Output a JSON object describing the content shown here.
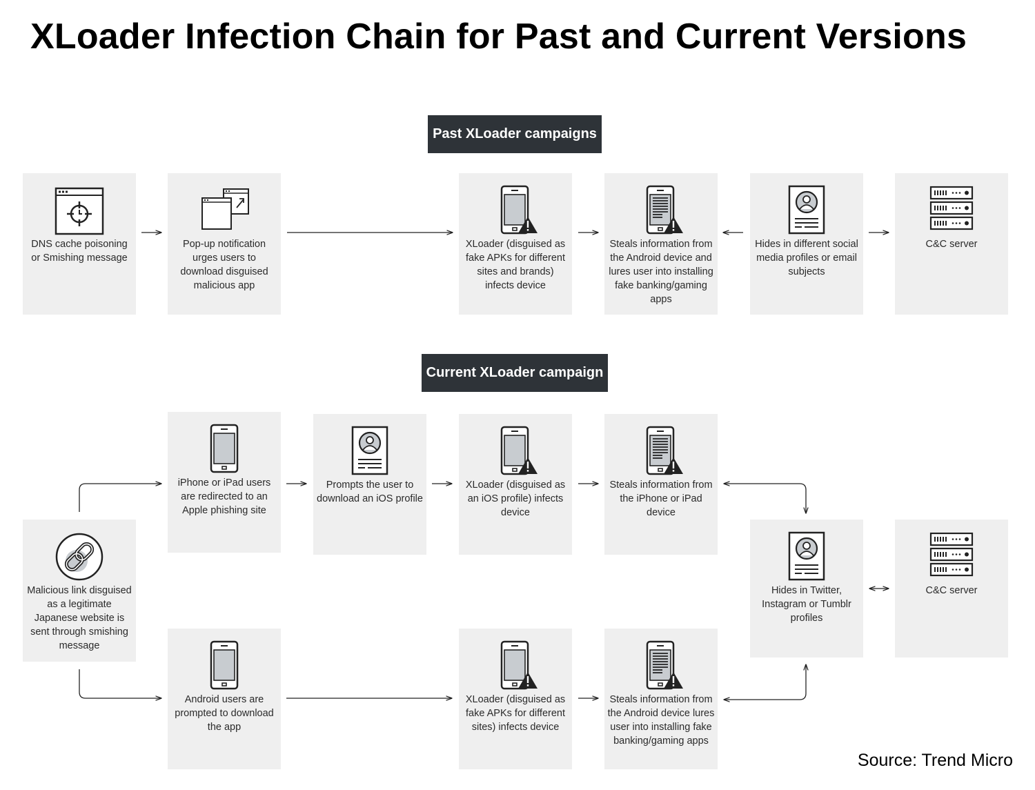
{
  "title": "XLoader Infection Chain for Past and Current Versions",
  "source": "Source: Trend Micro",
  "past": {
    "banner": "Past XLoader campaigns",
    "steps": [
      {
        "id": "p1",
        "icon": "browser-crosshair-icon",
        "label": "DNS cache poisoning or Smishing message"
      },
      {
        "id": "p2",
        "icon": "popup-windows-icon",
        "label": "Pop-up notification urges users to download disguised malicious app"
      },
      {
        "id": "p3",
        "icon": "phone-warning-icon",
        "label": "XLoader (disguised as fake APKs for different sites and brands) infects device"
      },
      {
        "id": "p4",
        "icon": "phone-document-warning-icon",
        "label": "Steals information from the Android device and lures user into installing fake banking/gaming apps"
      },
      {
        "id": "p5",
        "icon": "profile-card-icon",
        "label": "Hides in different social media profiles or email subjects"
      },
      {
        "id": "p6",
        "icon": "server-icon",
        "label": "C&C server"
      }
    ]
  },
  "current": {
    "banner": "Current XLoader campaign",
    "steps": [
      {
        "id": "c0",
        "icon": "chain-link-icon",
        "label": "Malicious link disguised as a legitimate Japanese website is sent through smishing message"
      },
      {
        "id": "c1",
        "icon": "phone-icon",
        "label": "iPhone or iPad users are redirected to an Apple phishing site"
      },
      {
        "id": "c2",
        "icon": "profile-card-icon",
        "label": "Prompts the user to download an iOS profile"
      },
      {
        "id": "c3",
        "icon": "phone-warning-icon",
        "label": "XLoader (disguised as an iOS profile) infects device"
      },
      {
        "id": "c4",
        "icon": "phone-document-warning-icon",
        "label": "Steals information from the iPhone or iPad device"
      },
      {
        "id": "c5",
        "icon": "phone-icon",
        "label": "Android users are prompted to download the app"
      },
      {
        "id": "c6",
        "icon": "phone-warning-icon",
        "label": "XLoader (disguised as fake APKs for different sites) infects device"
      },
      {
        "id": "c7",
        "icon": "phone-document-warning-icon",
        "label": "Steals information from the Android device lures user into installing fake banking/gaming apps"
      },
      {
        "id": "c8",
        "icon": "profile-card-icon",
        "label": "Hides in Twitter, Instagram or Tumblr profiles"
      },
      {
        "id": "c9",
        "icon": "server-icon",
        "label": "C&C server"
      }
    ]
  }
}
